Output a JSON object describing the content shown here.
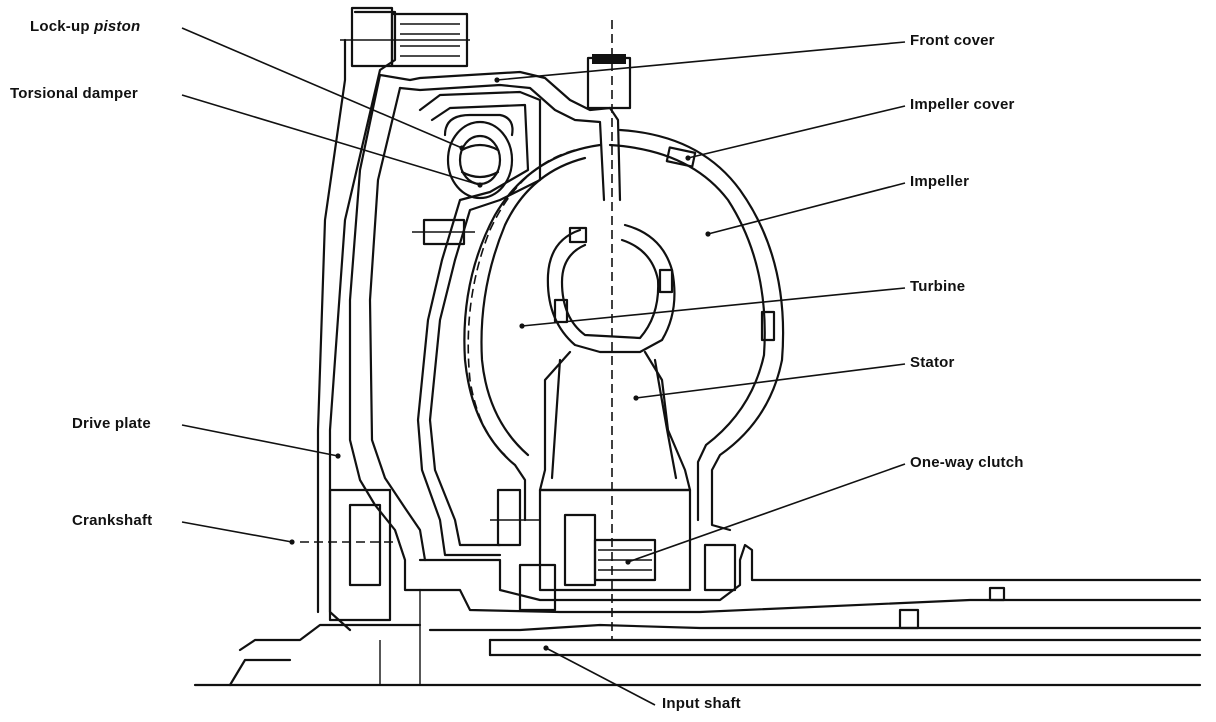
{
  "labels": {
    "lockup_piston_a": "Lock-up",
    "lockup_piston_b": "piston",
    "torsional_damper": "Torsional damper",
    "drive_plate": "Drive plate",
    "crankshaft": "Crankshaft",
    "front_cover": "Front cover",
    "impeller_cover": "Impeller cover",
    "impeller": "Impeller",
    "turbine": "Turbine",
    "stator": "Stator",
    "one_way_clutch": "One-way clutch",
    "input_shaft": "Input shaft"
  }
}
